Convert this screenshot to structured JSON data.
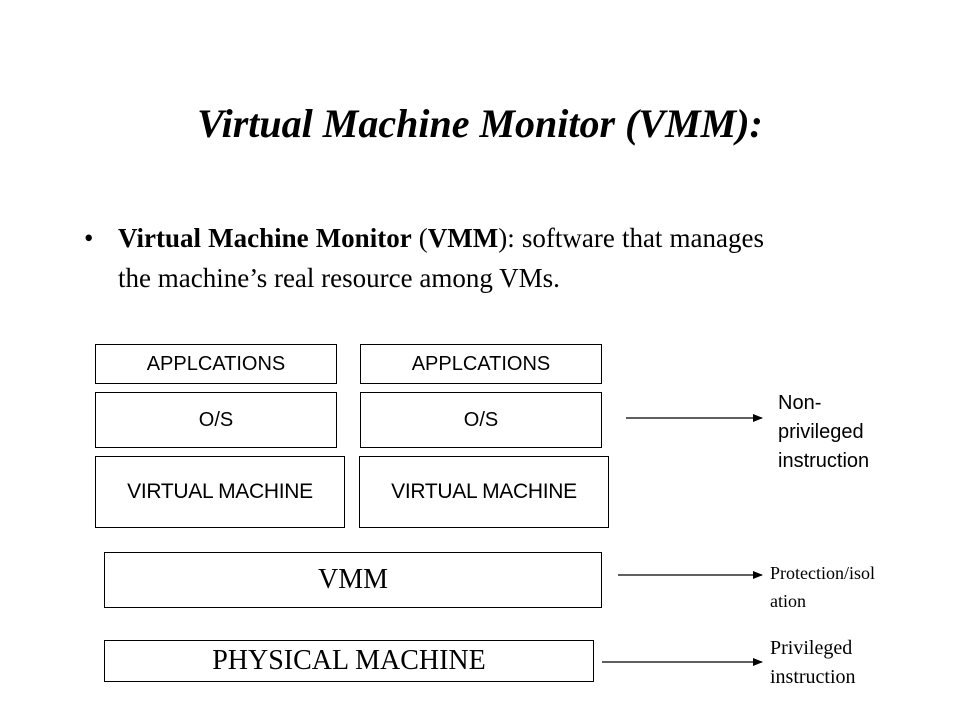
{
  "title": "Virtual Machine Monitor (VMM):",
  "bullet": {
    "marker": "•",
    "term_bold": "Virtual Machine Monitor",
    "paren_open": " (",
    "abbr_bold": "VMM",
    "rest": "): software that manages the machine’s real resource among VMs."
  },
  "diagram": {
    "applications_left": "APPLCATIONS",
    "applications_right": "APPLCATIONS",
    "os_left": "O/S",
    "os_right": "O/S",
    "vm_left": "VIRTUAL MACHINE",
    "vm_right": "VIRTUAL MACHINE",
    "vmm": "VMM",
    "physical": "PHYSICAL MACHINE"
  },
  "labels": {
    "non_privileged_line1": "Non-",
    "non_privileged_line2": "privileged",
    "non_privileged_line3": "instruction",
    "protection_line1": "Protection/isol",
    "protection_line2": "ation",
    "privileged_line1": "Privileged",
    "privileged_line2": "instruction"
  }
}
